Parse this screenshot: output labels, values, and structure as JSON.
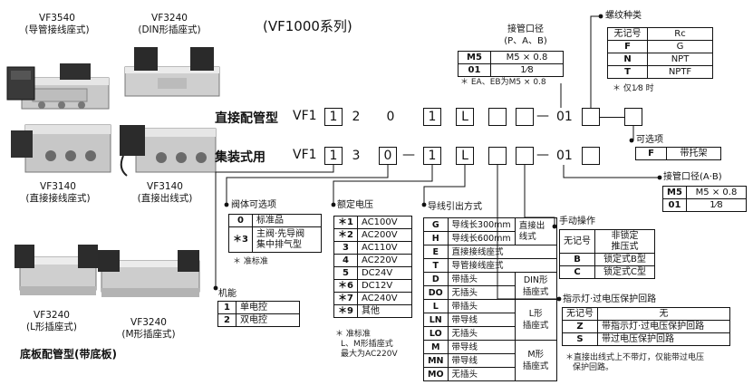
{
  "series_title": "(VF1000系列)",
  "products": {
    "vf3540": {
      "name": "VF3540",
      "desc": "(导管接线座式)"
    },
    "vf3240_din": {
      "name": "VF3240",
      "desc": "(DIN形插座式)"
    },
    "vf3140": {
      "name": "VF3140",
      "desc": "(直接接线座式)"
    },
    "vf3140_out": {
      "name": "VF3140",
      "desc": "(直接出线式)"
    },
    "vf3240_l": {
      "name": "VF3240",
      "desc": "(L形插座式)"
    },
    "vf3240_m": {
      "name": "VF3240",
      "desc": "(M形插座式)"
    }
  },
  "subplate_label": "底板配管型(带底板)",
  "codes": {
    "direct": {
      "label": "直接配管型",
      "prefix": "VF1",
      "d1": "1",
      "d2": "2",
      "d3": "0",
      "d4": "1",
      "d5": "L",
      "d8": "01"
    },
    "manifold": {
      "label": "集装式用",
      "prefix": "VF1",
      "d1": "1",
      "d2": "3",
      "d3": "0",
      "d4": "1",
      "d5": "L",
      "d8": "01"
    }
  },
  "dash": "—",
  "port_size": {
    "title": "接管口径",
    "subtitle": "(P、A、B)",
    "rows": [
      [
        "M5",
        "M5 × 0.8"
      ],
      [
        "01",
        "1⁄8"
      ]
    ],
    "note": "＊ EA、EB为M5 × 0.8"
  },
  "thread_type": {
    "title": "螺纹种类",
    "rows": [
      [
        "无记号",
        "Rc"
      ],
      [
        "F",
        "G"
      ],
      [
        "N",
        "NPT"
      ],
      [
        "T",
        "NPTF"
      ]
    ],
    "note": "＊ 仅1⁄8 时"
  },
  "options": {
    "title": "可选项",
    "rows": [
      [
        "F",
        "带托架"
      ]
    ]
  },
  "port_ab": {
    "title": "接管口径(A·B)",
    "rows": [
      [
        "M5",
        "M5 × 0.8"
      ],
      [
        "01",
        "1⁄8"
      ]
    ]
  },
  "manual": {
    "title": "手动操作",
    "rows": [
      [
        "无记号",
        "非锁定\n推压式"
      ],
      [
        "B",
        "锁定式B型"
      ],
      [
        "C",
        "锁定式C型"
      ]
    ]
  },
  "indicator": {
    "title": "指示灯·过电压保护回路",
    "rows": [
      [
        "无记号",
        "无"
      ],
      [
        "Z",
        "带指示灯·过电压保护回路"
      ],
      [
        "S",
        "带过电压保护回路"
      ]
    ],
    "note1": "＊直接出线式上不带灯，仅能带过电压",
    "note2": "保护回路。"
  },
  "valve_option": {
    "title": "阀体可选项",
    "rows": [
      [
        "0",
        "标准品"
      ],
      [
        "＊3",
        "主阀·先导阀\n集中排气型"
      ]
    ],
    "note": "＊ 准标准"
  },
  "function": {
    "title": "机能",
    "rows": [
      [
        "1",
        "单电控"
      ],
      [
        "2",
        "双电控"
      ]
    ]
  },
  "voltage": {
    "title": "额定电压",
    "rows": [
      [
        "＊1",
        "AC100V"
      ],
      [
        "＊2",
        "AC200V"
      ],
      [
        "3",
        "AC110V"
      ],
      [
        "4",
        "AC220V"
      ],
      [
        "5",
        "DC24V"
      ],
      [
        "＊6",
        "DC12V"
      ],
      [
        "＊7",
        "AC240V"
      ],
      [
        "＊9",
        "其他"
      ]
    ],
    "note1": "＊ 准标准",
    "note2": "L、M形插座式",
    "note3": "最大为AC220V"
  },
  "wiring": {
    "title": "导线引出方式",
    "rows": [
      [
        "G",
        "导线长300mm",
        "直接出"
      ],
      [
        "H",
        "导线长600mm",
        "线式"
      ],
      [
        "E",
        "直接接线座式",
        ""
      ],
      [
        "T",
        "导管接线座式",
        ""
      ],
      [
        "D",
        "带插头",
        "DIN形"
      ],
      [
        "DO",
        "无插头",
        "插座式"
      ],
      [
        "L",
        "带插头",
        ""
      ],
      [
        "LN",
        "带导线",
        "L形"
      ],
      [
        "LO",
        "无插头",
        "插座式"
      ],
      [
        "M",
        "带导线",
        ""
      ],
      [
        "MN",
        "带导线",
        "M形"
      ],
      [
        "MO",
        "无插头",
        "插座式"
      ]
    ]
  }
}
